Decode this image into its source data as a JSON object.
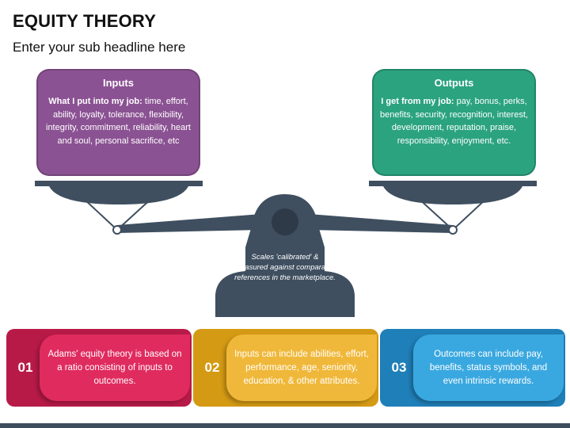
{
  "header": {
    "title": "EQUITY THEORY",
    "subtitle": "Enter your sub headline here"
  },
  "inputs": {
    "title": "Inputs",
    "lead": "What I put into my job:",
    "body": " time, effort, ability, loyalty, tolerance, flexibility, integrity, commitment, reliability, heart and soul, personal sacrifice, etc",
    "color": "#8b5293"
  },
  "outputs": {
    "title": "Outputs",
    "lead": "I get from my job:",
    "body": " pay, bonus, perks, benefits, security, recognition, interest, development, reputation, praise, responsibility, enjoyment, etc.",
    "color": "#2ba37e"
  },
  "scale": {
    "caption": "Scales 'calibrated' & measured against comparable references in the marketplace.",
    "color": "#3f4f60"
  },
  "cards": [
    {
      "number": "01",
      "text": "Adams' equity theory is based on a ratio consisting of inputs to outcomes.",
      "color": "#e02b5f"
    },
    {
      "number": "02",
      "text": "Inputs can include abilities, effort, performance, age, seniority, education, & other attributes.",
      "color": "#f0b83a"
    },
    {
      "number": "03",
      "text": "Outcomes can include pay, benefits, status symbols, and even intrinsic rewards.",
      "color": "#3aa8e0"
    }
  ]
}
